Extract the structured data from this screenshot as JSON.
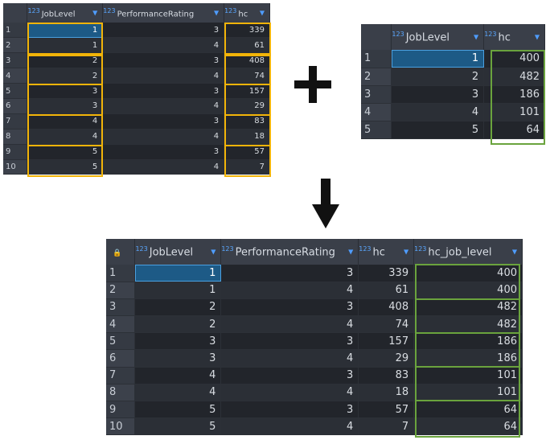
{
  "grid1": {
    "headers": [
      "JobLevel",
      "PerformanceRating",
      "hc"
    ],
    "rows": [
      [
        "1",
        "1",
        "3",
        "339"
      ],
      [
        "2",
        "1",
        "4",
        "61"
      ],
      [
        "3",
        "2",
        "3",
        "408"
      ],
      [
        "4",
        "2",
        "4",
        "74"
      ],
      [
        "5",
        "3",
        "3",
        "157"
      ],
      [
        "6",
        "3",
        "4",
        "29"
      ],
      [
        "7",
        "4",
        "3",
        "83"
      ],
      [
        "8",
        "4",
        "4",
        "18"
      ],
      [
        "9",
        "5",
        "3",
        "57"
      ],
      [
        "10",
        "5",
        "4",
        "7"
      ]
    ]
  },
  "grid2": {
    "headers": [
      "JobLevel",
      "hc"
    ],
    "rows": [
      [
        "1",
        "1",
        "400"
      ],
      [
        "2",
        "2",
        "482"
      ],
      [
        "3",
        "3",
        "186"
      ],
      [
        "4",
        "4",
        "101"
      ],
      [
        "5",
        "5",
        "64"
      ]
    ]
  },
  "grid3": {
    "headers": [
      "JobLevel",
      "PerformanceRating",
      "hc",
      "hc_job_level"
    ],
    "rows": [
      [
        "1",
        "1",
        "3",
        "339",
        "400"
      ],
      [
        "2",
        "1",
        "4",
        "61",
        "400"
      ],
      [
        "3",
        "2",
        "3",
        "408",
        "482"
      ],
      [
        "4",
        "2",
        "4",
        "74",
        "482"
      ],
      [
        "5",
        "3",
        "3",
        "157",
        "186"
      ],
      [
        "6",
        "3",
        "4",
        "29",
        "186"
      ],
      [
        "7",
        "4",
        "3",
        "83",
        "101"
      ],
      [
        "8",
        "4",
        "4",
        "18",
        "101"
      ],
      [
        "9",
        "5",
        "3",
        "57",
        "64"
      ],
      [
        "10",
        "5",
        "4",
        "7",
        "64"
      ]
    ]
  },
  "icons": {
    "type_prefix": "123",
    "plus": "plus-icon",
    "arrow": "arrow-down-icon"
  },
  "colors": {
    "highlight_yellow": "#f2b409",
    "highlight_green": "#6aa33d",
    "selection": "#1d5a86",
    "grid_bg": "#22252b",
    "header_bg": "#3a3f49"
  }
}
